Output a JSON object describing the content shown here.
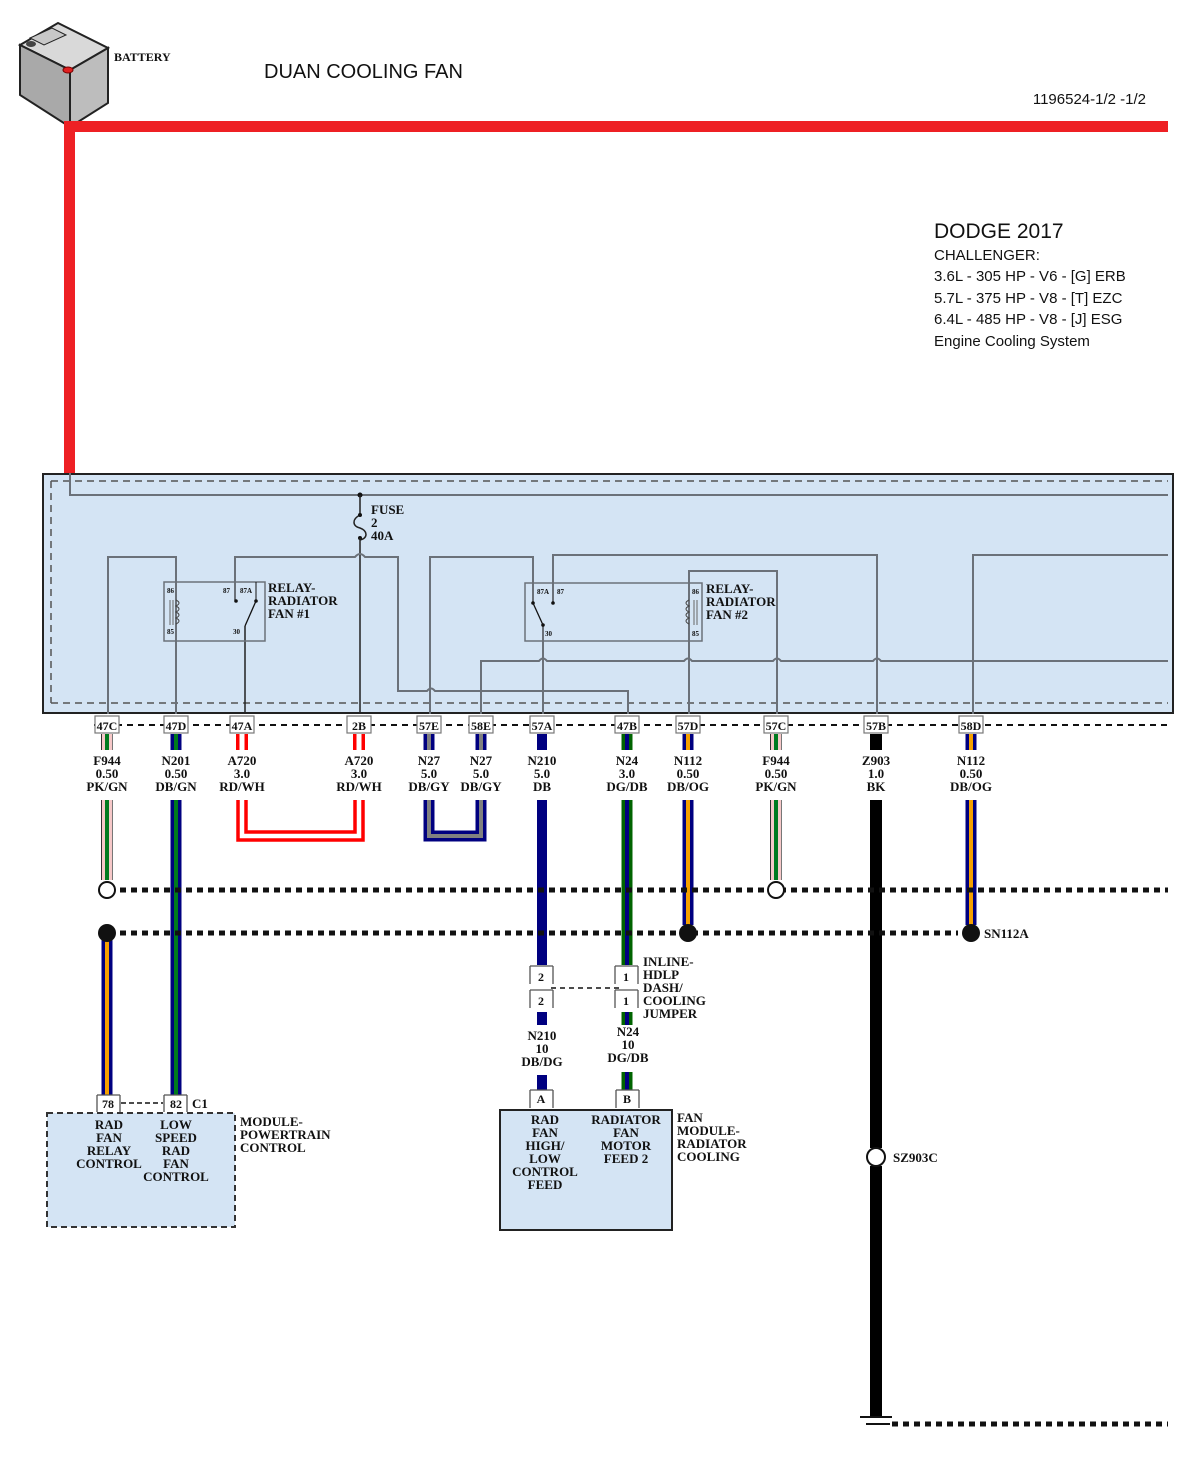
{
  "header": {
    "title": "DUAN COOLING FAN",
    "doc_number": "1196524-1/2 -1/2",
    "battery_label": "BATTERY"
  },
  "vehicle_info": {
    "make_year": "DODGE 2017",
    "model": "CHALLENGER:",
    "engines": [
      "3.6L - 305 HP - V6 - [G] ERB",
      "5.7L - 375 HP - V8 - [T] EZC",
      "6.4L - 485 HP - V8 - [J] ESG"
    ],
    "system": "Engine Cooling System"
  },
  "colors": {
    "battery_feed": "#ee2024",
    "module_fill": "#d4e4f4",
    "DB": "#000080",
    "GN": "#007a1e",
    "DG": "#006400",
    "PK": "#f6c8c8",
    "OG": "#f5a000",
    "GY": "#808080",
    "RD": "#ff0000",
    "WH": "#ffffff",
    "BK": "#000000"
  },
  "fuse": {
    "label": "FUSE",
    "number": "2",
    "rating": "40A"
  },
  "relays": [
    {
      "name_lines": [
        "RELAY-",
        "RADIATOR",
        "FAN #1"
      ],
      "pins": [
        "86",
        "85",
        "87",
        "87A",
        "30"
      ]
    },
    {
      "name_lines": [
        "RELAY-",
        "RADIATOR",
        "FAN #2"
      ],
      "pins": [
        "87A",
        "87",
        "30",
        "86",
        "85"
      ]
    }
  ],
  "connector_pins": [
    {
      "pin": "47C",
      "circuit": "F944",
      "gauge": "0.50",
      "color": "PK/GN"
    },
    {
      "pin": "47D",
      "circuit": "N201",
      "gauge": "0.50",
      "color": "DB/GN"
    },
    {
      "pin": "47A",
      "circuit": "A720",
      "gauge": "3.0",
      "color": "RD/WH"
    },
    {
      "pin": "2B",
      "circuit": "A720",
      "gauge": "3.0",
      "color": "RD/WH"
    },
    {
      "pin": "57E",
      "circuit": "N27",
      "gauge": "5.0",
      "color": "DB/GY"
    },
    {
      "pin": "58E",
      "circuit": "N27",
      "gauge": "5.0",
      "color": "DB/GY"
    },
    {
      "pin": "57A",
      "circuit": "N210",
      "gauge": "5.0",
      "color": "DB"
    },
    {
      "pin": "47B",
      "circuit": "N24",
      "gauge": "3.0",
      "color": "DG/DB"
    },
    {
      "pin": "57D",
      "circuit": "N112",
      "gauge": "0.50",
      "color": "DB/OG"
    },
    {
      "pin": "57C",
      "circuit": "F944",
      "gauge": "0.50",
      "color": "PK/GN"
    },
    {
      "pin": "57B",
      "circuit": "Z903",
      "gauge": "1.0",
      "color": "BK"
    },
    {
      "pin": "58D",
      "circuit": "N112",
      "gauge": "0.50",
      "color": "DB/OG"
    }
  ],
  "splices": [
    {
      "name": "SN112A"
    },
    {
      "name": "SZ903C"
    }
  ],
  "inline_connector": {
    "name_lines": [
      "INLINE-",
      "HDLP",
      "DASH/",
      "COOLING",
      "JUMPER"
    ],
    "pins": [
      "2",
      "1"
    ]
  },
  "lower_circuits": [
    {
      "circuit": "N210",
      "gauge": "10",
      "color": "DB/DG"
    },
    {
      "circuit": "N24",
      "gauge": "10",
      "color": "DG/DB"
    }
  ],
  "pcm": {
    "name_lines": [
      "MODULE-",
      "POWERTRAIN",
      "CONTROL"
    ],
    "connector": "C1",
    "pins": [
      {
        "pin": "78",
        "function_lines": [
          "RAD",
          "FAN",
          "RELAY",
          "CONTROL"
        ]
      },
      {
        "pin": "82",
        "function_lines": [
          "LOW",
          "SPEED",
          "RAD",
          "FAN",
          "CONTROL"
        ]
      }
    ]
  },
  "fan_module": {
    "name_lines": [
      "FAN",
      "MODULE-",
      "RADIATOR",
      "COOLING"
    ],
    "pins": [
      {
        "pin": "A",
        "function_lines": [
          "RAD",
          "FAN",
          "HIGH/",
          "LOW",
          "CONTROL",
          "FEED"
        ]
      },
      {
        "pin": "B",
        "function_lines": [
          "RADIATOR",
          "FAN",
          "MOTOR",
          "FEED 2"
        ]
      }
    ]
  }
}
